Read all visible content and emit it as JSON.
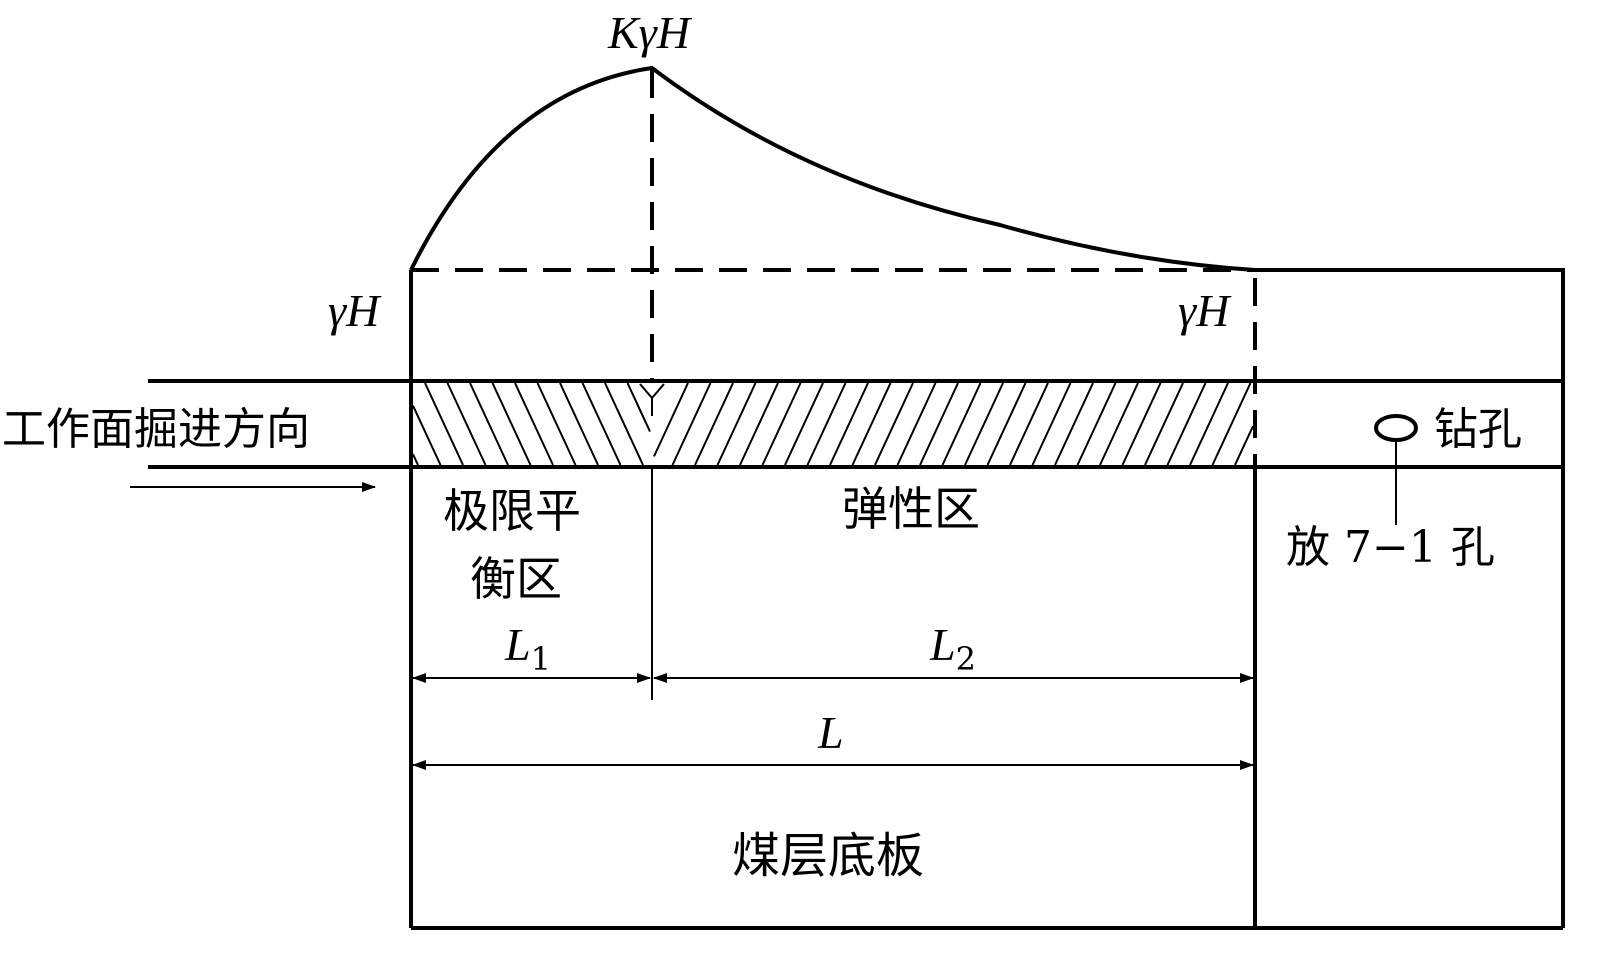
{
  "labels": {
    "peak": "KγH",
    "left_stress": "γH",
    "right_stress": "γH",
    "direction": "工作面掘进方向",
    "drill_hole": "钻孔",
    "hole_name": "放 7−1 孔",
    "limit_zone_line1": "极限平",
    "limit_zone_line2": "衡区",
    "elastic_zone": "弹性区",
    "l1": "L",
    "l1_sub": "1",
    "l2": "L",
    "l2_sub": "2",
    "l": "L",
    "floor": "煤层底板"
  }
}
